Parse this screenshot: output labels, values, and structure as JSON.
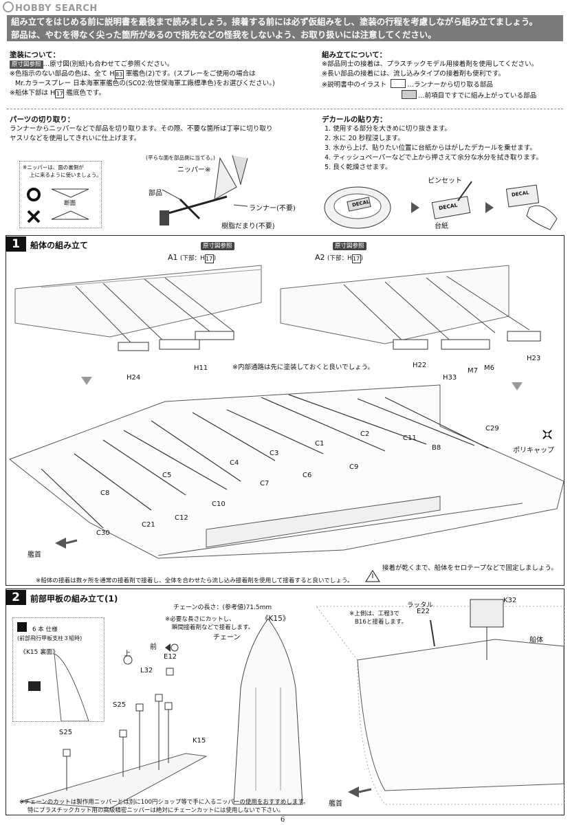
{
  "watermark": "HOBBY SEARCH",
  "banner": {
    "line1": "組み立てをはじめる前に説明書を最後まで読みましょう。接着する前には必ず仮組みをし、塗装の行程を考慮しながら組み立てましょう。",
    "line2": "部品は、やむを得なく尖った箇所があるので指先などの怪我をしないよう、お取り扱いには注意してください。"
  },
  "painting": {
    "title": "塗装について：",
    "ref_tag": "原寸図参照",
    "ref_text": "…原寸図(別紙)も合わせてご参照ください。",
    "line2_a": "※色指示のない部品の色は、全て",
    "line2_code": "H",
    "line2_num": "83",
    "line2_b": "軍艦色(2)です。(スプレーをご使用の場合は",
    "line3": "Mr.カラースプレー 日本海軍軍艦色の(SC02:佐世保海軍工廠標準色)をお選びください。)",
    "line4_a": "※船体下部は",
    "line4_code": "H",
    "line4_num": "17",
    "line4_b": "艦底色です。"
  },
  "assembly_notes": {
    "title": "組み立てについて：",
    "line1": "※部品同士の接着は、プラスチックモデル用接着剤を使用してください。",
    "line2": "※長い部品の接着には、流し込みタイプの接着剤も便利です。",
    "line3": "※説明書中のイラスト",
    "legend1": "…ランナーから切り取る部品",
    "legend2": "…前項目ですでに組み上がっている部品"
  },
  "parts_cutting": {
    "title": "パーツの切り取り：",
    "line1": "ランナーからニッパーなどで部品を切り取ります。その際、不要な箇所は丁寧に切り取り",
    "line2": "ヤスリなどを使用してきれいに仕上げます。",
    "nipper_note_1": "※ニッパーは、面の裏側が",
    "nipper_note_2": "上に来るように使いましょう。",
    "section_label": "断面",
    "flat_side_note": "(平らな面を部品側に当てる。)",
    "nipper_label": "ニッパー※",
    "part_label": "部品",
    "runner_label": "ランナー(不要)",
    "resin_label": "樹脂だまり(不要)"
  },
  "decal": {
    "title": "デカールの貼り方：",
    "steps": [
      "1. 使用する部分を大きめに切り抜きます。",
      "2. 水に 20 秒程浸します。",
      "3. 水から上げ、貼りたい位置に台紙からはがしたデカールを乗せます。",
      "4. ティッシュペーパーなどで上から押さえて余分な水分を拭き取ります。",
      "5. 良く乾燥させます。"
    ],
    "tweezers_label": "ピンセット",
    "base_label": "台紙",
    "decal_word": "DECAL"
  },
  "step1": {
    "number": "1",
    "title": "船体の組み立て",
    "ref_tag": "原寸図参照",
    "a1": "A1",
    "a1_sub": "(下部：",
    "a2": "A2",
    "a2_sub": "(下部：",
    "h17_code": "H",
    "h17_num": "17",
    "close_paren": ")",
    "parts_top": [
      "H24",
      "H11",
      "H22",
      "H33",
      "M7",
      "M6",
      "H23"
    ],
    "inner_note": "※内部通路は先に塗装しておくと良いでしょう。",
    "parts_main": [
      "C29",
      "C11",
      "B8",
      "C2",
      "C1",
      "C9",
      "C3",
      "C4",
      "C6",
      "C5",
      "C7",
      "C8",
      "C10",
      "C12",
      "C21",
      "C30"
    ],
    "polycap": "ポリキャップ",
    "bow": "艦首",
    "caution": "接着が乾くまで、船体をセロテープなどで固定しましょう。",
    "footnote": "※船体の接着は数ヶ所を通常の接着剤で接着し、全体を合わせたら流し込み接着剤を使用して接着すると良いでしょう。"
  },
  "step2": {
    "number": "2",
    "title": "前部甲板の組み立て(1)",
    "spec_line1": "6 本 仕様",
    "spec_line2": "(前部飛行甲板支柱３組時)",
    "k15_back": "《K15 裏面》",
    "chain_length": "チェーンの長さ：(参考値)71.5mm",
    "k15": "《K15》",
    "cut_note_1": "※必要な長さにカットし、",
    "cut_note_2": "瞬間接着剤などで接着します。",
    "chain": "チェーン",
    "front": "前",
    "up": "上",
    "parts": [
      "E12",
      "L32",
      "S25",
      "S25",
      "K15"
    ],
    "ladder": "ラッタル",
    "e22": "E22",
    "k32": "K32",
    "upper_note_1": "※上側は、工程3で",
    "upper_note_2": "B16と接着します。",
    "hull": "船体",
    "bow": "艦首",
    "footnote_1": "※チェーンのカットは製作用ニッパーとは別に100円ショップ等で手に入るニッパーの使用をおすすめします。",
    "footnote_2": "特にプラスチックカット用の高級精密ニッパーは絶対にチェーンカットには使用しないで下さい。"
  },
  "page_number": "6"
}
